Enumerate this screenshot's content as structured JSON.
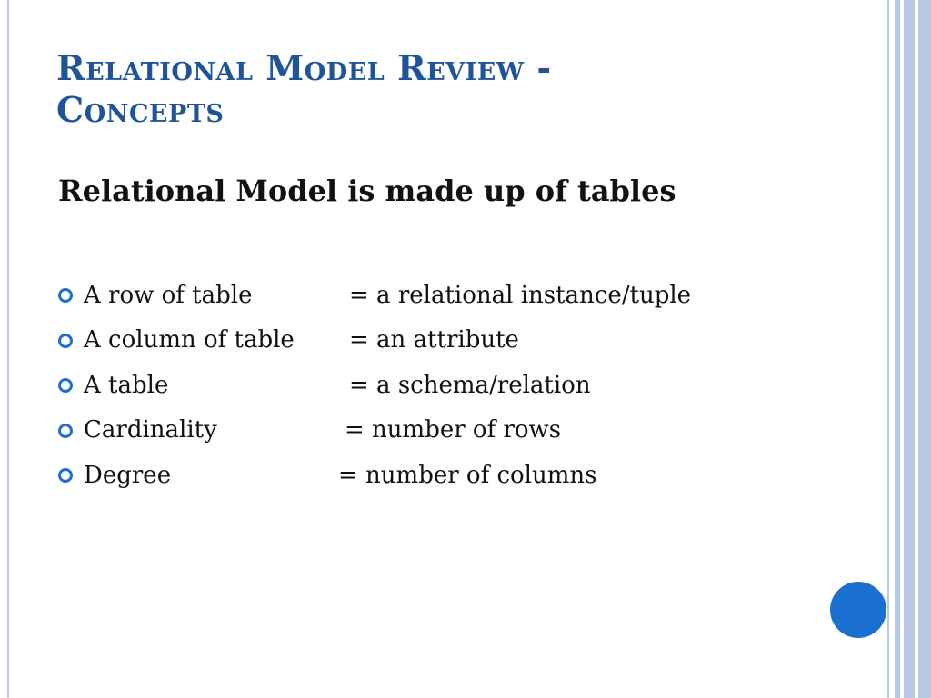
{
  "slide": {
    "title_line1": "Relational Model Review -",
    "title_line2": "Concepts",
    "subtitle": "Relational Model is made up of tables",
    "bullets": [
      {
        "term": "A row of table",
        "definition": "= a relational instance/tuple"
      },
      {
        "term": "A column of table",
        "definition": "= an attribute"
      },
      {
        "term": "A table",
        "definition": "= a schema/relation"
      },
      {
        "term": "Cardinality",
        "definition": "= number of rows"
      },
      {
        "term": "Degree",
        "definition": "= number of columns"
      }
    ]
  },
  "colors": {
    "title": "#1f5499",
    "bullet_icon": "#1f6fd1",
    "accent_circle": "#1a6fd1",
    "stripes": "#b9c9e4"
  },
  "icons": {
    "bullet": "hollow-circle-bullet-icon"
  }
}
